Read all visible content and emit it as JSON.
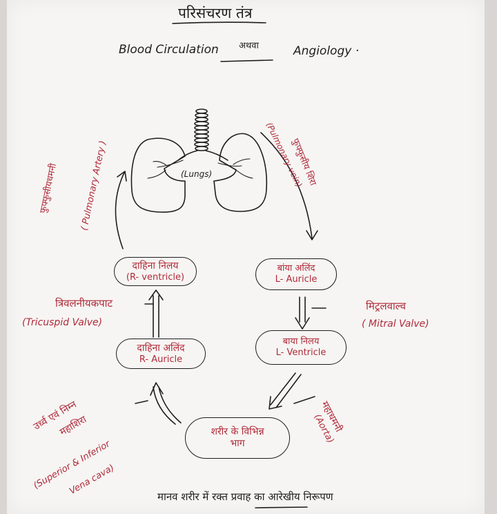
{
  "title": "परिसंचरण तंत्र",
  "subtitle": {
    "english": "Blood Circulation",
    "hindi": "अथवा",
    "term": "Angiology ·"
  },
  "lungs": {
    "label": "(Lungs)"
  },
  "arteries": {
    "pulmonary_artery_hi": "फुफ्फुसीयधमनी",
    "pulmonary_artery_en": "( Pulmonary Artery )",
    "pulmonary_vein_hi": "फुफ्फुसीय शिरा",
    "pulmonary_vein_en": "(Pulmonary vein)",
    "aorta_hi": "महाधमनी",
    "aorta_en": "(Aorta)",
    "vena_cava_hi_1": "उर्ध्व एवं निम्न",
    "vena_cava_hi_2": "महाशिरा",
    "vena_cava_en_1": "(Superior & Inferior",
    "vena_cava_en_2": "Vena cava)"
  },
  "chambers": {
    "r_ventricle_hi": "दाहिना निलय",
    "r_ventricle_en": "(R- ventricle)",
    "l_auricle_hi": "बांया अलिंद",
    "l_auricle_en": "L- Auricle",
    "r_auricle_hi": "दाहिना अलिंद",
    "r_auricle_en": "R- Auricle",
    "l_ventricle_hi": "बाया निलय",
    "l_ventricle_en": "L- Ventricle",
    "body_parts_hi_1": "शरीर के विभिन्न",
    "body_parts_hi_2": "भाग"
  },
  "valves": {
    "tricuspid_hi": "त्रिवलनीयकपाट",
    "tricuspid_en": "(Tricuspid Valve)",
    "mitral_hi": "मिट्रलवाल्व",
    "mitral_en": "( Mitral Valve)"
  },
  "footer": "मानव शरीर में रक्त प्रवाह का आरेखीय निरूपण",
  "colors": {
    "ink": "#1e1e1e",
    "red": "#b02a3a",
    "paper": "#f6f5f3"
  }
}
